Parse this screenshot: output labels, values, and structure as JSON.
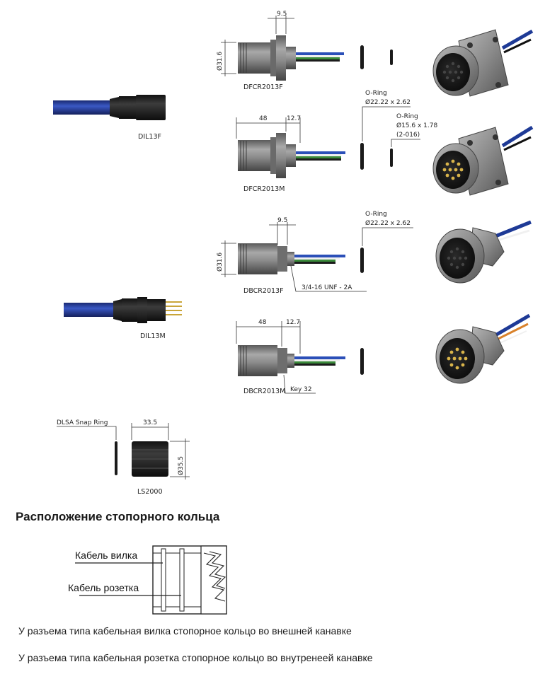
{
  "labels": {
    "dil13f": "DIL13F",
    "dil13m": "DIL13M",
    "dfcr2013f": "DFCR2013F",
    "dfcr2013m": "DFCR2013M",
    "dbcr2013f": "DBCR2013F",
    "dbcr2013m": "DBCR2013M",
    "ls2000": "LS2000",
    "dlsa": "DLSA Snap Ring"
  },
  "dims": {
    "d9_5_a": "9.5",
    "d31_6_a": "Ø31.6",
    "d48_a": "48",
    "d12_7_a": "12.7",
    "d9_5_b": "9.5",
    "d31_6_b": "Ø31.6",
    "d48_b": "48",
    "d12_7_b": "12.7",
    "d33_5": "33.5",
    "d35_5": "Ø35.5"
  },
  "callouts": {
    "oring1_title": "O-Ring",
    "oring1_size": "Ø22.22 x 2.62",
    "oring2_title": "O-Ring",
    "oring2_size": "Ø15.6 x 1.78",
    "oring2_code": "(2-016)",
    "oring3_title": "O-Ring",
    "oring3_size": "Ø22.22 x 2.62",
    "thread": "3/4-16 UNF - 2A",
    "key": "Key 32"
  },
  "section": {
    "heading": "Расположение стопорного кольца",
    "label_plug": "Кабель вилка",
    "label_socket": "Кабель розетка",
    "note_plug": "У разъема типа кабельная вилка стопорное кольцо во внешней канавке",
    "note_socket": "У разъема типа кабельная розетка стопорное кольцо во внутренеей канавке"
  },
  "colors": {
    "cable_blue": "#2a45a8",
    "cable_dark": "#1b2c78",
    "body_gray": "#8a8a8a",
    "body_dark": "#5c5c5c",
    "boot_black": "#1c1c1c",
    "wire_green": "#3a8a3a",
    "wire_white": "#f2f2f2",
    "wire_orange": "#d9822b"
  }
}
